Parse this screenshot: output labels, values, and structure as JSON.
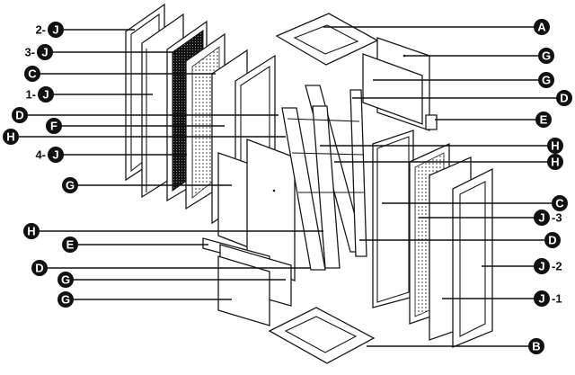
{
  "labels": {
    "l_2J": {
      "prefix": "2-",
      "letter": "J",
      "suffix": ""
    },
    "l_3J": {
      "prefix": "3-",
      "letter": "J",
      "suffix": ""
    },
    "l_C1": {
      "prefix": "",
      "letter": "C",
      "suffix": ""
    },
    "l_1J": {
      "prefix": "1-",
      "letter": "J",
      "suffix": ""
    },
    "l_D1": {
      "prefix": "",
      "letter": "D",
      "suffix": ""
    },
    "l_F": {
      "prefix": "",
      "letter": "F",
      "suffix": ""
    },
    "l_H1": {
      "prefix": "",
      "letter": "H",
      "suffix": ""
    },
    "l_4J": {
      "prefix": "4-",
      "letter": "J",
      "suffix": ""
    },
    "l_G1": {
      "prefix": "",
      "letter": "G",
      "suffix": ""
    },
    "l_H2": {
      "prefix": "",
      "letter": "H",
      "suffix": ""
    },
    "l_E1": {
      "prefix": "",
      "letter": "E",
      "suffix": ""
    },
    "l_D2": {
      "prefix": "",
      "letter": "D",
      "suffix": ""
    },
    "l_G2": {
      "prefix": "",
      "letter": "G",
      "suffix": ""
    },
    "l_G3": {
      "prefix": "",
      "letter": "G",
      "suffix": ""
    },
    "r_A": {
      "prefix": "",
      "letter": "A",
      "suffix": ""
    },
    "r_G1": {
      "prefix": "",
      "letter": "G",
      "suffix": ""
    },
    "r_G2": {
      "prefix": "",
      "letter": "G",
      "suffix": ""
    },
    "r_D1": {
      "prefix": "",
      "letter": "D",
      "suffix": ""
    },
    "r_E": {
      "prefix": "",
      "letter": "E",
      "suffix": ""
    },
    "r_H1": {
      "prefix": "",
      "letter": "H",
      "suffix": ""
    },
    "r_H2": {
      "prefix": "",
      "letter": "H",
      "suffix": ""
    },
    "r_C": {
      "prefix": "",
      "letter": "C",
      "suffix": ""
    },
    "r_J3": {
      "prefix": "",
      "letter": "J",
      "suffix": "-3"
    },
    "r_D2": {
      "prefix": "",
      "letter": "D",
      "suffix": ""
    },
    "r_J2": {
      "prefix": "",
      "letter": "J",
      "suffix": "-2"
    },
    "r_J1": {
      "prefix": "",
      "letter": "J",
      "suffix": "-1"
    },
    "r_B": {
      "prefix": "",
      "letter": "B",
      "suffix": ""
    }
  }
}
